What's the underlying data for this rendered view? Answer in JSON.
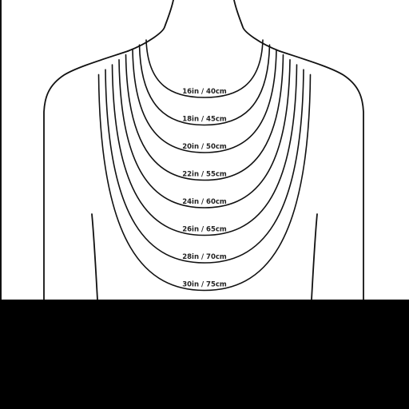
{
  "colors": {
    "background": "#ffffff",
    "lines": "#111111",
    "bottom_band": "#000000"
  },
  "necklace_lengths": [
    {
      "label": "16in / 40cm",
      "inches": 16,
      "cm": 40
    },
    {
      "label": "18in / 45cm",
      "inches": 18,
      "cm": 45
    },
    {
      "label": "20in / 50cm",
      "inches": 20,
      "cm": 50
    },
    {
      "label": "22in / 55cm",
      "inches": 22,
      "cm": 55
    },
    {
      "label": "24in / 60cm",
      "inches": 24,
      "cm": 60
    },
    {
      "label": "26in / 65cm",
      "inches": 26,
      "cm": 65
    },
    {
      "label": "28in / 70cm",
      "inches": 28,
      "cm": 70
    },
    {
      "label": "30in / 75cm",
      "inches": 30,
      "cm": 75
    }
  ]
}
